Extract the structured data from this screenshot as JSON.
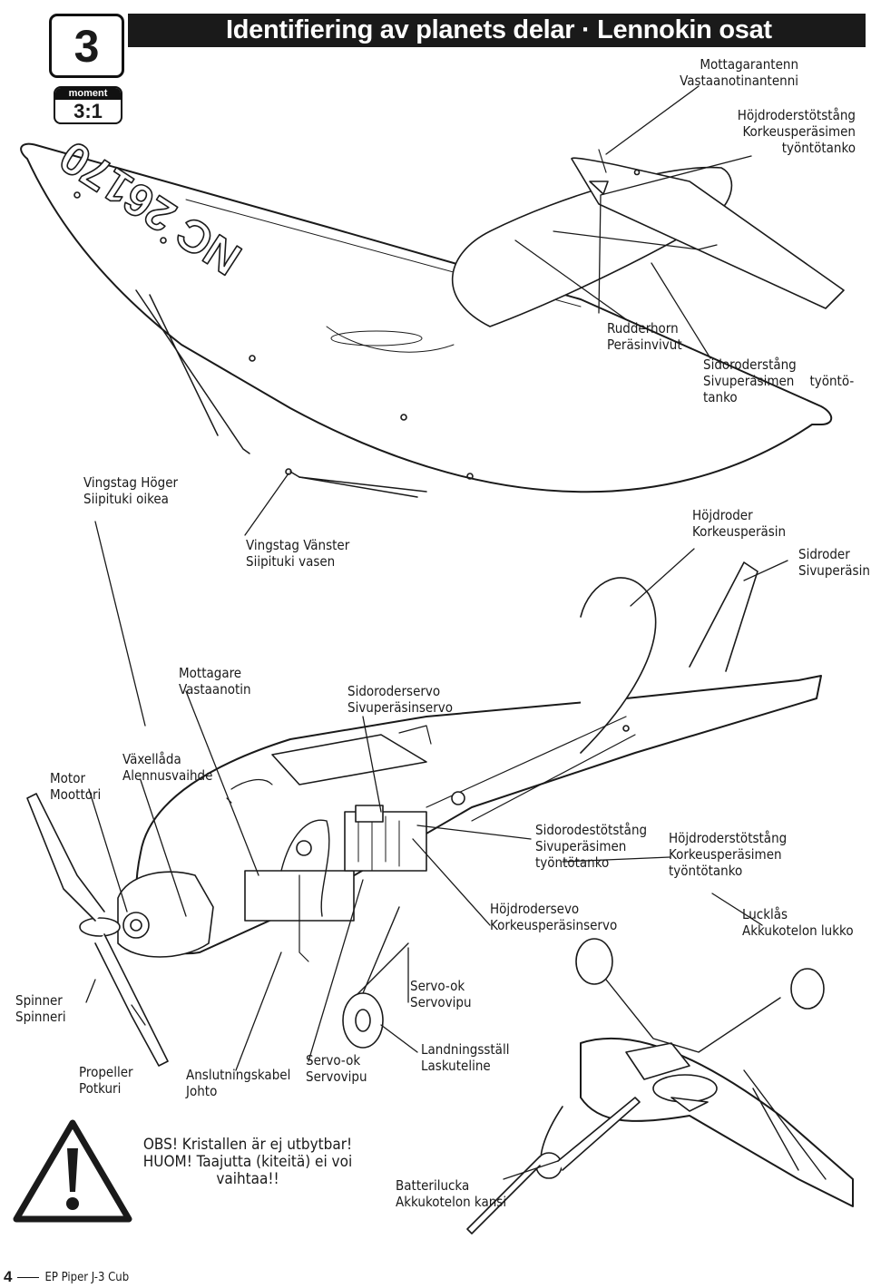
{
  "header": {
    "step_number": "3",
    "title": "Identifiering av planets delar · Lennokin osat",
    "moment_label": "moment",
    "moment_value": "3:1"
  },
  "labels": {
    "antenna": "Mottagarantenn\nVastaanotinantenni",
    "elevator_pushrod_tail": "Höjdroderstötstång\nKorkeusperäsimen\ntyöntötanko",
    "rudder_horn": "Rudderhorn\nPeräsinvivut",
    "rudder_pushrod_tail": "Sidoroderstång\nSivuperäsimen    työntö-\ntanko",
    "strut_right": "Vingstag Höger\nSiipituki oikea",
    "strut_left": "Vingstag Vänster\nSiipituki vasen",
    "elevator": "Höjdroder\nKorkeusperäsin",
    "rudder": "Sidroder\nSivuperäsin",
    "receiver": "Mottagare\nVastaanotin",
    "rudder_servo": "Sidoroderservo\nSivuperäsinservo",
    "motor": "Motor\nMoottori",
    "gearbox": "Växellåda\nAlennusvaihde",
    "rudder_pushrod_body": "Sidorodestötstång\nSivuperäsimen\ntyöntötanko",
    "elevator_pushrod_body": "Höjdroderstötstång\nKorkeusperäsimen\ntyöntötanko",
    "elevator_servo": "Höjdrodersevo\nKorkeusperäsinservo",
    "hatch_latch": "Lucklås\nAkkukotelon lukko",
    "spinner": "Spinner\nSpinneri",
    "servo_arm_right": "Servo-ok\nServovipu",
    "propeller": "Propeller\nPotkuri",
    "connection_cable": "Anslutningskabel\nJohto",
    "servo_arm_left": "Servo-ok\nServovipu",
    "landing_gear": "Landningsställ\nLaskuteline",
    "battery_hatch": "Batterilucka\nAkkukotelon kansi"
  },
  "wing_registration": "NC 26170",
  "warning": {
    "line1": "OBS! Kristallen är ej utbytbar!",
    "line2": "HUOM! Taajutta (kiteitä) ei voi vaihtaa!!"
  },
  "footer": {
    "page_number": "4",
    "product": "EP Piper J-3 Cub"
  }
}
